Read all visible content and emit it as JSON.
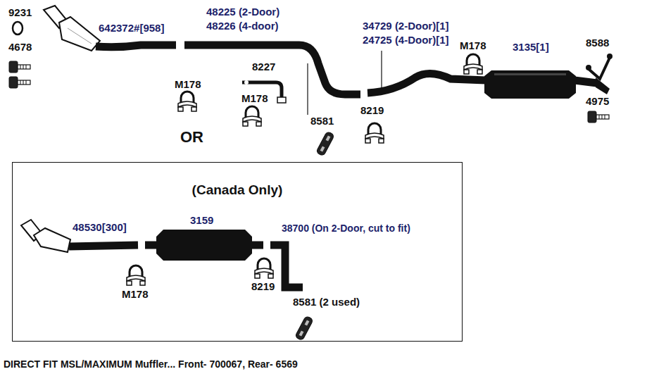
{
  "diagram": {
    "caption": "DIRECT FIT MSL/MAXIMUM Muffler... Front- 700067, Rear- 6569",
    "nodes": [
      {
        "text": [
          "(Canada Only)"
        ]
      }
    ],
    "labels": [
      "9231",
      "642372#[958]",
      "4678",
      "48225 (2-Door)",
      "48226 (4-door)",
      "M178",
      "8227",
      "M178",
      "8581",
      "8219",
      "34729 (2-Door)[1]",
      "24725 (4-Door)[1]",
      "M178",
      "3135[1]",
      "8588",
      "4975",
      "OR",
      "48530[300]",
      "3159",
      "38700 (On 2-Door, cut to fit)",
      "M178",
      "8219",
      "8581 (2 used)"
    ]
  }
}
